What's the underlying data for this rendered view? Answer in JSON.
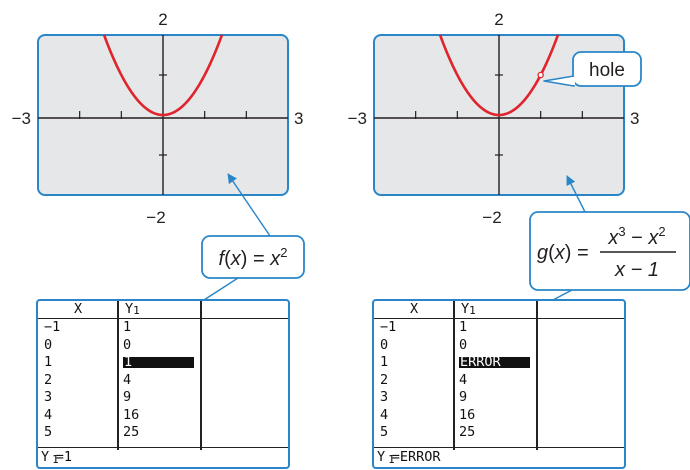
{
  "panels": [
    {
      "graph": {
        "ymax_label": "2",
        "ymin_label": "−2",
        "xmin_label": "−3",
        "xmax_label": "3",
        "xlim": [
          -3,
          3
        ],
        "ylim": [
          -2,
          2
        ],
        "tick_spacing": 1,
        "curve_color": "#e0242b",
        "hole": null
      },
      "function_label": {
        "name": "f",
        "var": "x",
        "rhs_base": "x",
        "rhs_exp": "2"
      },
      "table": {
        "col_x": "X",
        "col_y": "Y",
        "col_y_sub": "1",
        "rows": [
          {
            "x": "−1",
            "y": "1"
          },
          {
            "x": "0",
            "y": "0"
          },
          {
            "x": "1",
            "y": "1"
          },
          {
            "x": "2",
            "y": "4"
          },
          {
            "x": "3",
            "y": "9"
          },
          {
            "x": "4",
            "y": "16"
          },
          {
            "x": "5",
            "y": "25"
          }
        ],
        "highlight_row": 2,
        "footer_prefix": "Y",
        "footer_sub": "1",
        "footer_value": "=1"
      }
    },
    {
      "graph": {
        "ymax_label": "2",
        "ymin_label": "−2",
        "xmin_label": "−3",
        "xmax_label": "3",
        "xlim": [
          -3,
          3
        ],
        "ylim": [
          -2,
          2
        ],
        "tick_spacing": 1,
        "curve_color": "#e0242b",
        "hole": {
          "x": 1,
          "y": 1,
          "label": "hole"
        }
      },
      "function_label": {
        "name": "g",
        "var": "x",
        "num_a_base": "x",
        "num_a_exp": "3",
        "num_op": "−",
        "num_b_base": "x",
        "num_b_exp": "2",
        "den": "x − 1"
      },
      "table": {
        "col_x": "X",
        "col_y": "Y",
        "col_y_sub": "1",
        "rows": [
          {
            "x": "−1",
            "y": "1"
          },
          {
            "x": "0",
            "y": "0"
          },
          {
            "x": "1",
            "y": "ERROR"
          },
          {
            "x": "2",
            "y": "4"
          },
          {
            "x": "3",
            "y": "9"
          },
          {
            "x": "4",
            "y": "16"
          },
          {
            "x": "5",
            "y": "25"
          }
        ],
        "highlight_row": 2,
        "footer_prefix": "Y",
        "footer_sub": "1",
        "footer_value": "=ERROR"
      }
    }
  ],
  "colors": {
    "frame": "#2a86c8",
    "screen": "#e6e7e8",
    "curve": "#e0242b",
    "callout_fill": "#ffffff"
  }
}
